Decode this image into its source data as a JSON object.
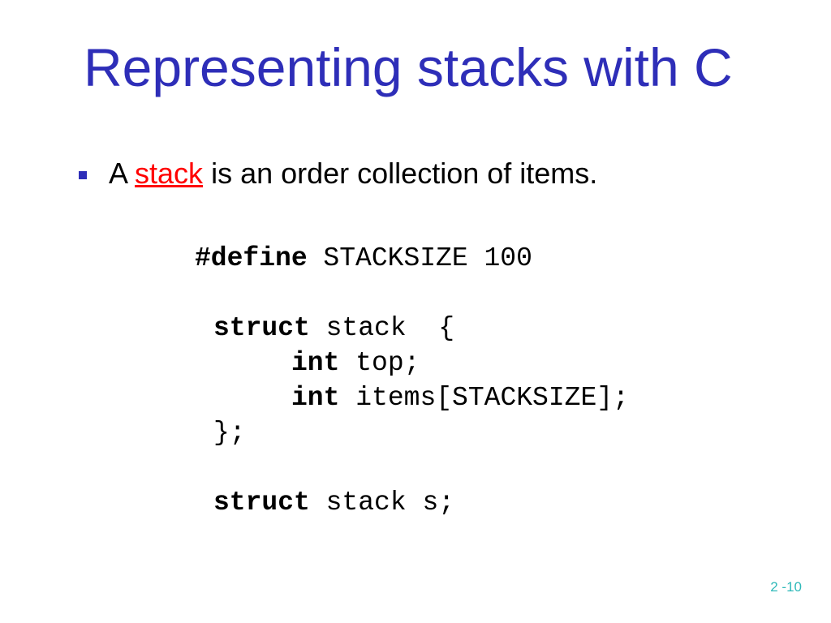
{
  "slide": {
    "title": "Representing stacks with C",
    "bullet": {
      "prefix": "A ",
      "term": "stack",
      "suffix": " is an order collection of items."
    },
    "code": {
      "define_keyword": "#define",
      "define_rest": " STACKSIZE 100",
      "struct_keyword": "struct",
      "struct_header_rest": " stack  {",
      "int_keyword_1": "int",
      "field_1": " top;",
      "int_keyword_2": "int",
      "field_2": " items[STACKSIZE];",
      "struct_close": "};",
      "struct_keyword_2": "struct",
      "declaration_rest": " stack s;"
    },
    "slide_number": "2 -10"
  },
  "colors": {
    "title": "#2e2eb8",
    "bullet_marker": "#2e2eb8",
    "term_link": "#ff0000",
    "slide_number": "#2fb9b9"
  }
}
